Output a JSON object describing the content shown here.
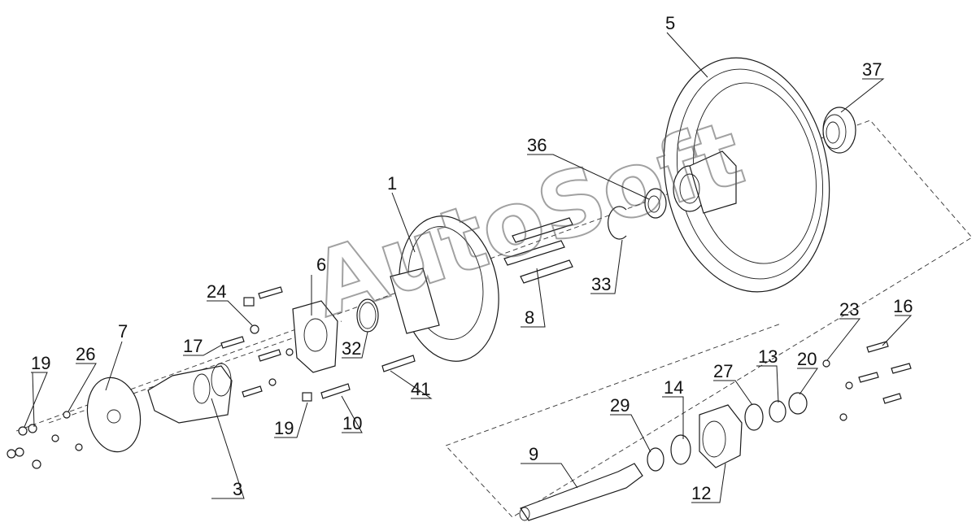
{
  "watermark": "AutoSoft",
  "callouts": [
    "1",
    "3",
    "5",
    "6",
    "7",
    "8",
    "9",
    "10",
    "12",
    "13",
    "14",
    "16",
    "17",
    "19",
    "19",
    "20",
    "23",
    "24",
    "26",
    "27",
    "29",
    "32",
    "33",
    "36",
    "37",
    "41"
  ]
}
